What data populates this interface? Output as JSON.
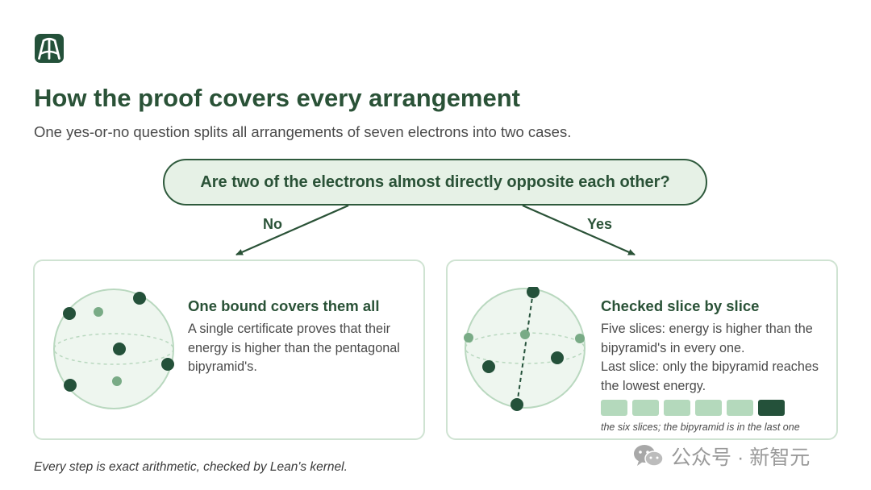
{
  "header": {
    "title": "How the proof covers every arrangement",
    "subtitle": "One yes-or-no question splits all arrangements of seven electrons into two cases."
  },
  "question": {
    "text": "Are two of the electrons almost directly opposite each other?"
  },
  "branches": {
    "no_label": "No",
    "yes_label": "Yes"
  },
  "left_card": {
    "heading": "One bound covers them all",
    "text": "A single certificate proves that their energy is higher than the pentagonal bipyramid's."
  },
  "right_card": {
    "heading": "Checked slice by slice",
    "text1": "Five slices: energy is higher than the bipyramid's in every one.",
    "text2": "Last slice: only the bipyramid reaches the lowest energy.",
    "slices": {
      "count": 6,
      "highlighted_index": 5
    },
    "caption": "the six slices; the bipyramid is in the last one"
  },
  "footer": {
    "note": "Every step is exact arithmetic, checked by Lean's kernel."
  },
  "watermark": {
    "text": "公众号 · 新智元",
    "icon": "wechat-icon"
  },
  "colors": {
    "accent_dark": "#2a5237",
    "electron_dark": "#24513a",
    "electron_light": "#79ab86",
    "sphere_fill": "#eef6ef",
    "sphere_stroke": "#b9d8bf",
    "question_fill": "#e6f1e6",
    "slice_light": "#b4d9bc"
  }
}
